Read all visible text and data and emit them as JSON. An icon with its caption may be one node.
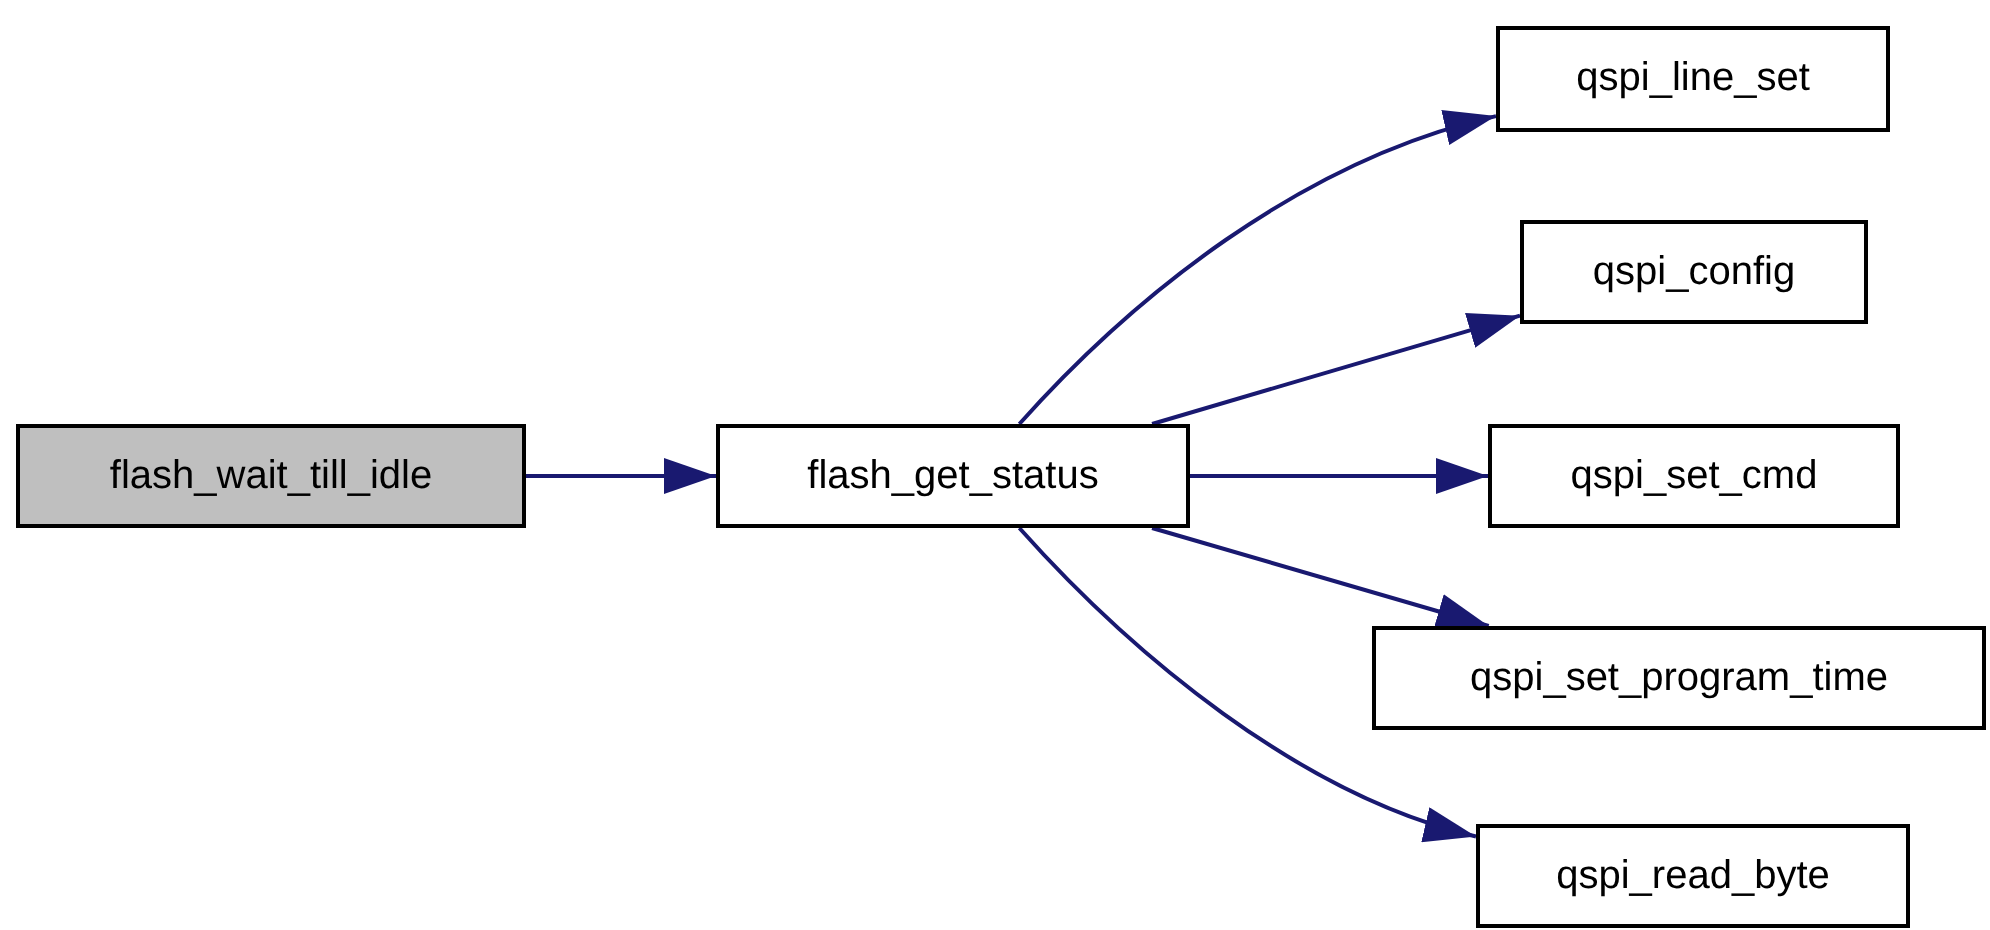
{
  "diagram": {
    "nodes": [
      {
        "text": [
          "flash_wait_till_idle"
        ]
      },
      {
        "text": [
          "flash_get_status"
        ]
      },
      {
        "text": [
          "qspi_line_set"
        ]
      },
      {
        "text": [
          "qspi_config"
        ]
      },
      {
        "text": [
          "qspi_set_cmd"
        ]
      },
      {
        "text": [
          "qspi_set_program_time"
        ]
      },
      {
        "text": [
          "qspi_read_byte"
        ]
      }
    ],
    "edges": [
      {
        "from": 0,
        "to": 1,
        "arrow": "to"
      },
      {
        "from": 1,
        "to": 2,
        "arrow": "to"
      },
      {
        "from": 1,
        "to": 3,
        "arrow": "to"
      },
      {
        "from": 1,
        "to": 4,
        "arrow": "to"
      },
      {
        "from": 1,
        "to": 5,
        "arrow": "to"
      },
      {
        "from": 1,
        "to": 6,
        "arrow": "to"
      }
    ]
  }
}
